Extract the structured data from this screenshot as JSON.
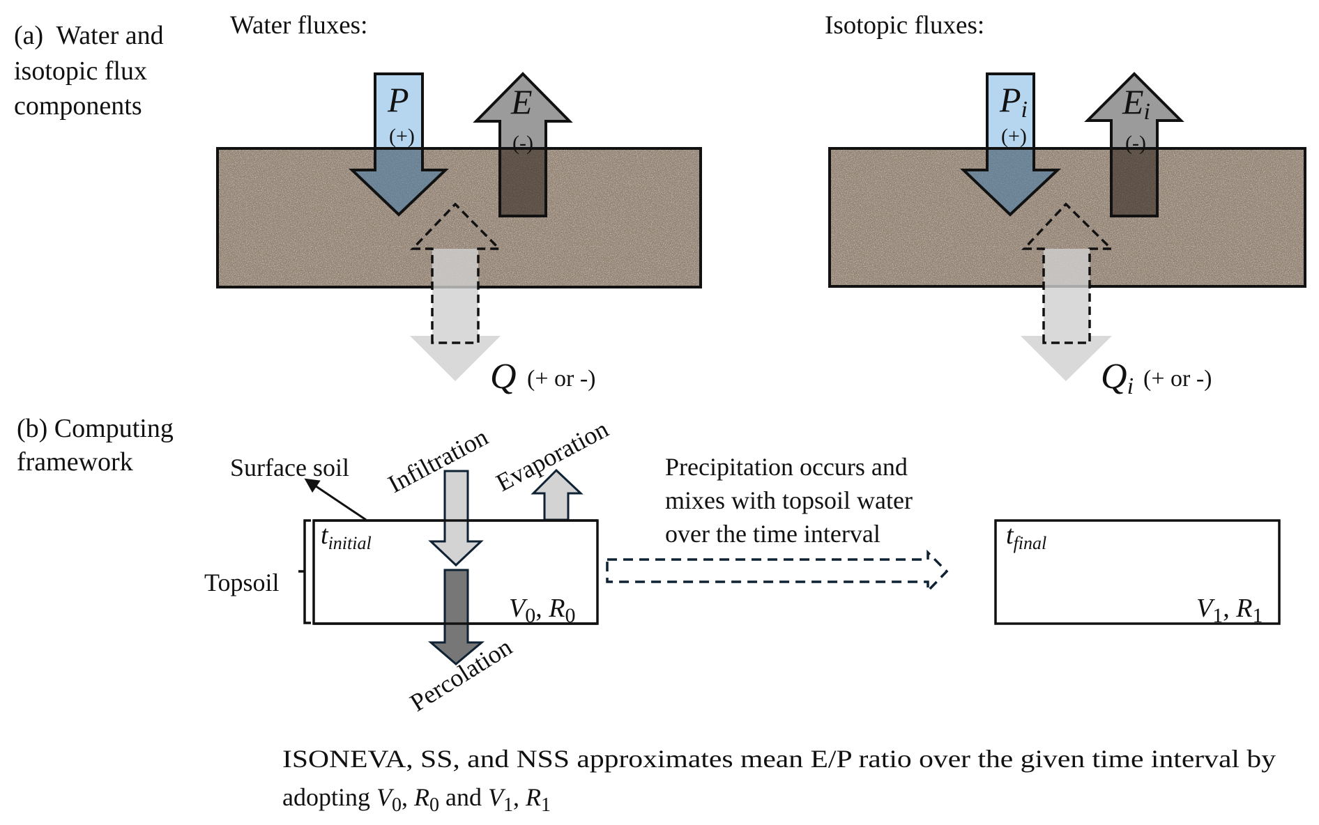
{
  "panel_a": {
    "caption_lines": [
      "(a)  Water and",
      "isotopic flux",
      "components"
    ],
    "water": {
      "heading": "Water fluxes:",
      "precip": {
        "symbol": "P",
        "subscript": "",
        "sign": "(+)"
      },
      "evap": {
        "symbol": "E",
        "subscript": "",
        "sign": "(-)"
      },
      "drainage": {
        "symbol": "Q",
        "subscript": "",
        "sign": "(+ or -)"
      }
    },
    "isotopic": {
      "heading": "Isotopic fluxes:",
      "precip": {
        "symbol": "P",
        "subscript": "i",
        "sign": "(+)"
      },
      "evap": {
        "symbol": "E",
        "subscript": "i",
        "sign": "(-)"
      },
      "drainage": {
        "symbol": "Q",
        "subscript": "i",
        "sign": "(+ or -)"
      }
    }
  },
  "panel_b": {
    "caption_lines": [
      "(b) Computing",
      "framework"
    ],
    "surface_soil_label": "Surface soil",
    "topsoil_label": "Topsoil",
    "infiltration_label": "Infiltration",
    "evaporation_label": "Evaporation",
    "percolation_label": "Percolation",
    "initial_box": {
      "t": "t",
      "t_sub": "initial",
      "v": "V",
      "v_sub": "0",
      "sep": ", ",
      "r": "R",
      "r_sub": "0"
    },
    "final_box": {
      "t": "t",
      "t_sub": "final",
      "v": "V",
      "v_sub": "1",
      "sep": ", ",
      "r": "R",
      "r_sub": "1"
    },
    "transition_note_lines": [
      "Precipitation occurs and",
      "mixes with topsoil water",
      "over the time interval"
    ],
    "footnote": {
      "line1": "ISONEVA, SS, and NSS approximates mean E/P ratio over the given time interval by",
      "line2_prefix": "adopting ",
      "v0": "V",
      "v0_sub": "0",
      "comma1": ", ",
      "r0": "R",
      "r0_sub": "0",
      "and": " and ",
      "v1": "V",
      "v1_sub": "1",
      "comma2": ", ",
      "r1": "R",
      "r1_sub": "1"
    }
  },
  "colors": {
    "soil": "#a09284",
    "precip_arrow": "#b6d6f0",
    "evap_arrow": "#9b9b9b",
    "drainage_arrow": "#cfcfcf",
    "framework_infiltration": "#d3d3d3",
    "framework_percolation": "#777777",
    "framework_stroke": "#0f2233"
  }
}
